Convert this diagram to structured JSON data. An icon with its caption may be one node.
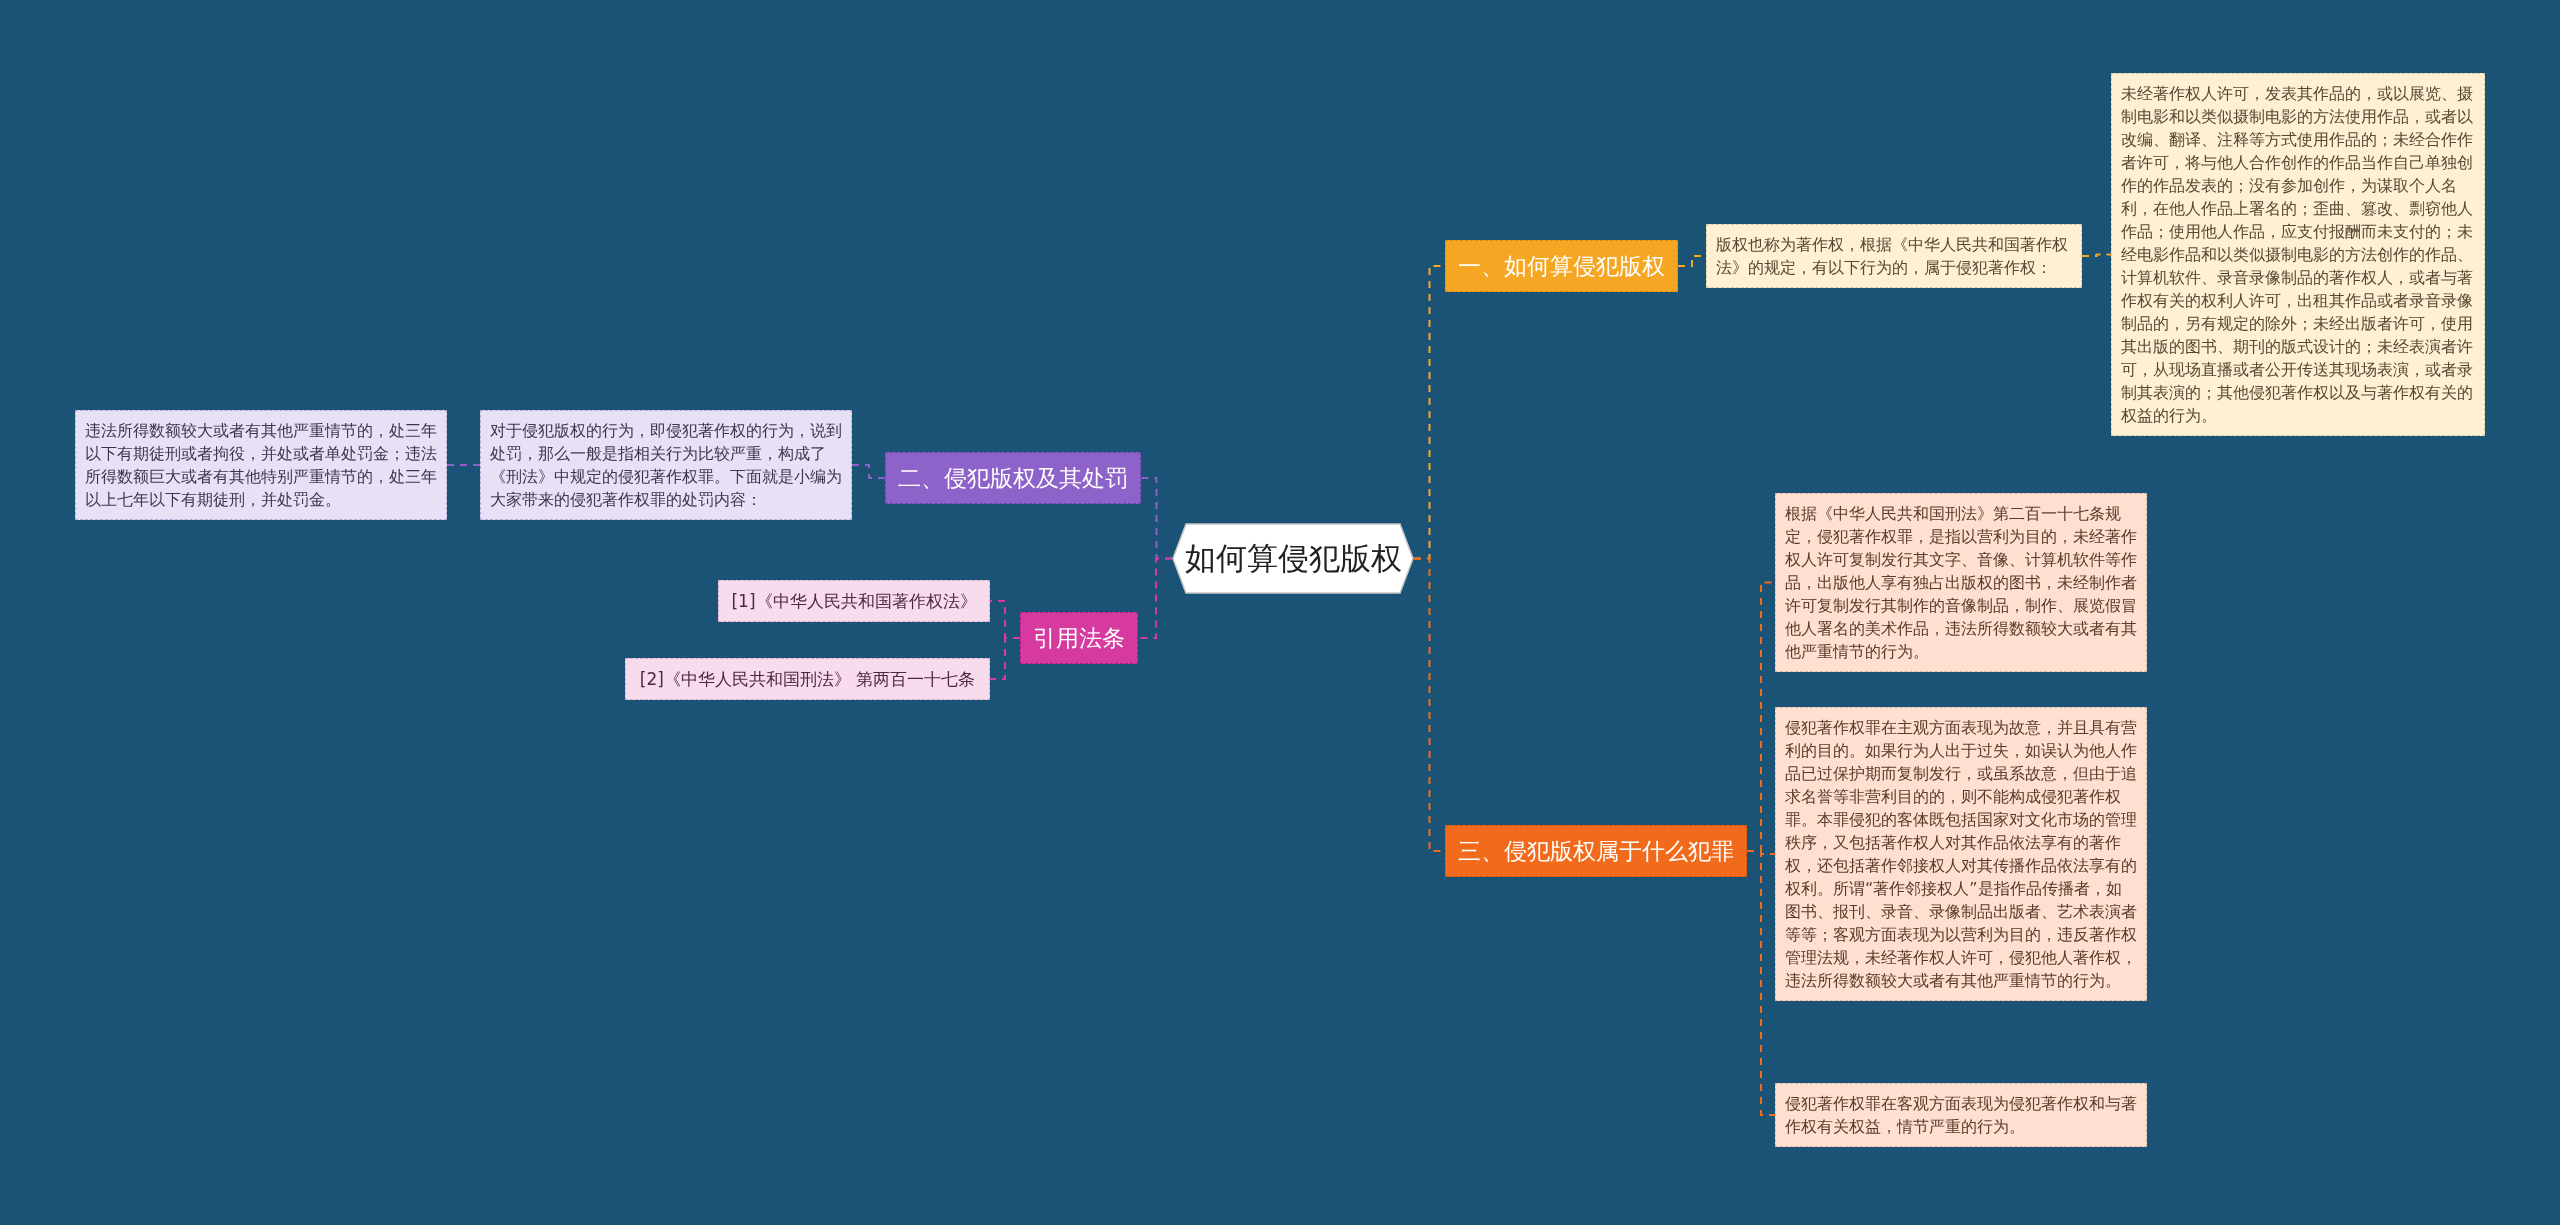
{
  "diagram": {
    "nodes": [
      {
        "text": [
          "如何算侵犯版权"
        ]
      },
      {
        "text": [
          "一、如何算侵犯版权"
        ]
      },
      {
        "text": [
          "版权也称为著作权，根据《中华人民共和国著作权法》的规定，有以下行为的，属于侵犯著作权："
        ]
      },
      {
        "text": [
          "未经著作权人许可，发表其作品的，或以展览、摄制电影和以类似摄制电影的方法使用作品，或者以改编、翻译、注释等方式使用作品的；未经合作作者许可，将与他人合作创作的作品当作自己单独创作的作品发表的；没有参加创作，为谋取个人名利，在他人作品上署名的；歪曲、篡改、剽窃他人作品；使用他人作品，应支付报酬而未支付的；未经电影作品和以类似摄制电影的方法创作的作品、计算机软件、录音录像制品的著作权人，或者与著作权有关的权利人许可，出租其作品或者录音录像制品的，另有规定的除外；未经出版者许可，使用其出版的图书、期刊的版式设计的；未经表演者许可，从现场直播或者公开传送其现场表演，或者录制其表演的；其他侵犯著作权以及与著作权有关的权益的行为。"
        ]
      },
      {
        "text": [
          "三、侵犯版权属于什么犯罪"
        ]
      },
      {
        "text": [
          "根据《中华人民共和国刑法》第二百一十七条规定，侵犯著作权罪，是指以营利为目的，未经著作权人许可复制发行其文字、音像、计算机软件等作品，出版他人享有独占出版权的图书，未经制作者许可复制发行其制作的音像制品，制作、展览假冒他人署名的美术作品，违法所得数额较大或者有其他严重情节的行为。"
        ]
      },
      {
        "text": [
          "侵犯著作权罪在主观方面表现为故意，并且具有营利的目的。如果行为人出于过失，如误认为他人作品已过保护期而复制发行，或虽系故意，但由于追求名誉等非营利目的的，则不能构成侵犯著作权罪。本罪侵犯的客体既包括国家对文化市场的管理秩序，又包括著作权人对其作品依法享有的著作权，还包括著作邻接权人对其传播作品依法享有的权利。所谓“著作邻接权人”是指作品传播者，如图书、报刊、录音、录像制品出版者、艺术表演者等等；客观方面表现为以营利为目的，违反著作权管理法规，未经著作权人许可，侵犯他人著作权，违法所得数额较大或者有其他严重情节的行为。"
        ]
      },
      {
        "text": [
          "侵犯著作权罪在客观方面表现为侵犯著作权和与著作权有关权益，情节严重的行为。"
        ]
      },
      {
        "text": [
          "二、侵犯版权及其处罚"
        ]
      },
      {
        "text": [
          "对于侵犯版权的行为，即侵犯著作权的行为，说到处罚，那么一般是指相关行为比较严重，构成了《刑法》中规定的侵犯著作权罪。下面就是小编为大家带来的侵犯著作权罪的处罚内容："
        ]
      },
      {
        "text": [
          "违法所得数额较大或者有其他严重情节的，处三年以下有期徒刑或者拘役，并处或者单处罚金；违法所得数额巨大或者有其他特别严重情节的，处三年以上七年以下有期徒刑，并处罚金。"
        ]
      },
      {
        "text": [
          "引用法条"
        ]
      },
      {
        "text": [
          "[1]《中华人民共和国著作权法》"
        ]
      },
      {
        "text": [
          "[2]《中华人民共和国刑法》 第两百一十七条"
        ]
      }
    ],
    "edges": [
      {
        "from": 0,
        "to": 1,
        "arrow": "none",
        "style": "dashed",
        "color": "#f5a623"
      },
      {
        "from": 1,
        "to": 2,
        "arrow": "none",
        "style": "dashed",
        "color": "#f5a623"
      },
      {
        "from": 2,
        "to": 3,
        "arrow": "none",
        "style": "dashed",
        "color": "#f5a623"
      },
      {
        "from": 0,
        "to": 4,
        "arrow": "none",
        "style": "dashed",
        "color": "#f26b1d"
      },
      {
        "from": 4,
        "to": 5,
        "arrow": "none",
        "style": "dashed",
        "color": "#f26b1d"
      },
      {
        "from": 4,
        "to": 6,
        "arrow": "none",
        "style": "dashed",
        "color": "#f26b1d"
      },
      {
        "from": 4,
        "to": 7,
        "arrow": "none",
        "style": "dashed",
        "color": "#f26b1d"
      },
      {
        "from": 0,
        "to": 8,
        "arrow": "none",
        "style": "dashed",
        "color": "#8e63c9"
      },
      {
        "from": 8,
        "to": 9,
        "arrow": "none",
        "style": "dashed",
        "color": "#8e63c9"
      },
      {
        "from": 9,
        "to": 10,
        "arrow": "none",
        "style": "dashed",
        "color": "#8e63c9"
      },
      {
        "from": 0,
        "to": 11,
        "arrow": "none",
        "style": "dashed",
        "color": "#d63a9e"
      },
      {
        "from": 11,
        "to": 12,
        "arrow": "none",
        "style": "dashed",
        "color": "#d63a9e"
      },
      {
        "from": 11,
        "to": 13,
        "arrow": "none",
        "style": "dashed",
        "color": "#d63a9e"
      }
    ]
  }
}
